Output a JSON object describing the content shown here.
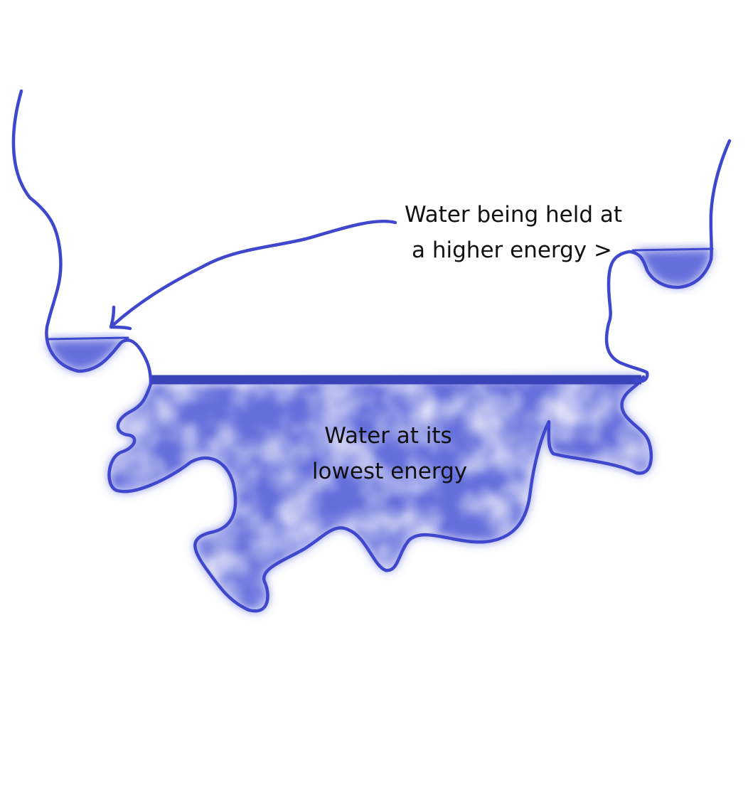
{
  "colors": {
    "outline": "#3f48cc",
    "water_fill": "#4a55d6",
    "water_light": "#aab0ee",
    "surface_line": "#3a44b8",
    "text": "#111111"
  },
  "labels": {
    "held_line1": "Water being held at",
    "held_line2": "a higher energy >",
    "lowest_line1": "Water at its",
    "lowest_line2": "lowest energy"
  },
  "icons": [
    "arrow-icon"
  ]
}
